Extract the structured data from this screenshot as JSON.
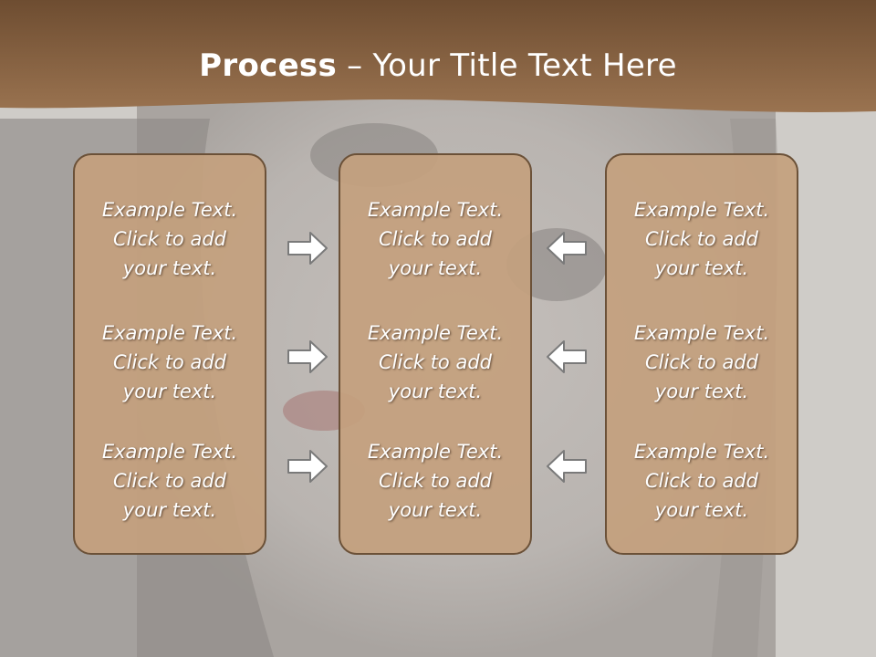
{
  "slide": {
    "title_bold": "Process",
    "title_rest": " – Your Title Text Here",
    "colors": {
      "header_band": "#8a6443",
      "panel_fill": "#c4a07e",
      "panel_border": "#6b5138",
      "text": "#ffffff",
      "arrow_fill": "#ffffff",
      "arrow_stroke": "#7a7a7a"
    },
    "columns": [
      {
        "items": [
          "Example Text.\nClick  to add\nyour text.",
          "Example Text.\nClick  to add\nyour text.",
          "Example Text.\nClick  to add\nyour text."
        ]
      },
      {
        "items": [
          "Example Text.\nClick  to add\nyour text.",
          "Example Text.\nClick  to add\nyour text.",
          "Example Text.\nClick  to add\nyour text."
        ]
      },
      {
        "items": [
          "Example Text.\nClick  to add\nyour text.",
          "Example Text.\nClick  to add\nyour text.",
          "Example Text.\nClick  to add\nyour text."
        ]
      }
    ],
    "arrows_left": [
      "right-arrow-icon",
      "right-arrow-icon",
      "right-arrow-icon"
    ],
    "arrows_right": [
      "left-arrow-icon",
      "left-arrow-icon",
      "left-arrow-icon"
    ]
  }
}
